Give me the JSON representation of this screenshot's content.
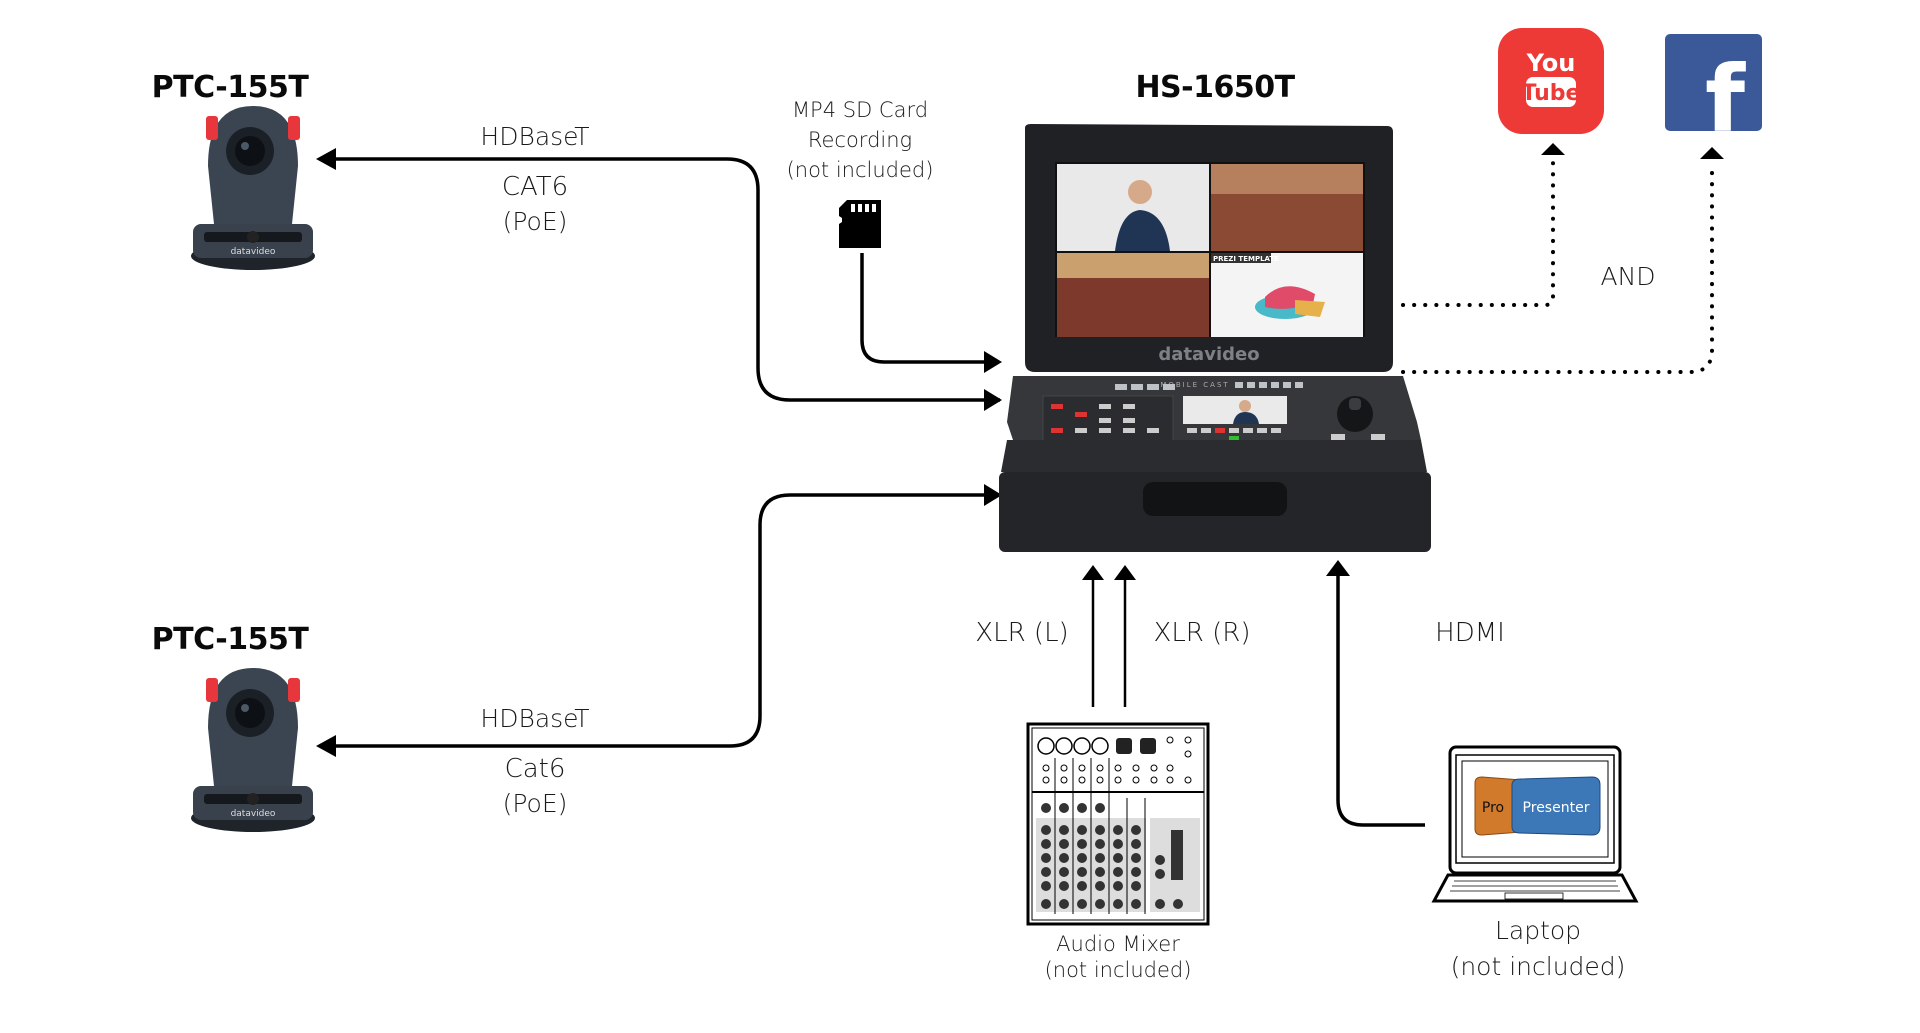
{
  "devices": {
    "camera_top": {
      "title": "PTC-155T",
      "brand": "datavideo"
    },
    "camera_bottom": {
      "title": "PTC-155T",
      "brand": "datavideo"
    },
    "switcher": {
      "title": "HS-1650T",
      "brand": "datavideo",
      "panel_label": "MOBILE CAST",
      "screen_overlay": "PREZI TEMPLATE"
    },
    "sd_card": {
      "line1": "MP4 SD Card",
      "line2": "Recording",
      "line3": "(not included)"
    },
    "audio_mixer": {
      "label": "Audio Mixer",
      "note": "(not included)"
    },
    "laptop": {
      "label": "Laptop",
      "note": "(not included)",
      "screen_text_left": "Pro",
      "screen_text_right": "Presenter"
    },
    "youtube": {
      "line1": "You",
      "line2": "Tube",
      "color": "#ee3a36"
    },
    "facebook": {
      "glyph": "f",
      "color": "#3b5998"
    }
  },
  "connections": {
    "top_link": {
      "protocol": "HDBaseT",
      "cable": "CAT6",
      "power": "(PoE)"
    },
    "bottom_link": {
      "protocol": "HDBaseT",
      "cable": "Cat6",
      "power": "(PoE)"
    },
    "xlr_left": "XLR (L)",
    "xlr_right": "XLR (R)",
    "hdmi": "HDMI",
    "stream_joiner": "AND"
  },
  "colors": {
    "line": "#000000",
    "camera_body": "#3b4552",
    "camera_accent": "#e8363d",
    "device_body": "#2c2e31"
  }
}
